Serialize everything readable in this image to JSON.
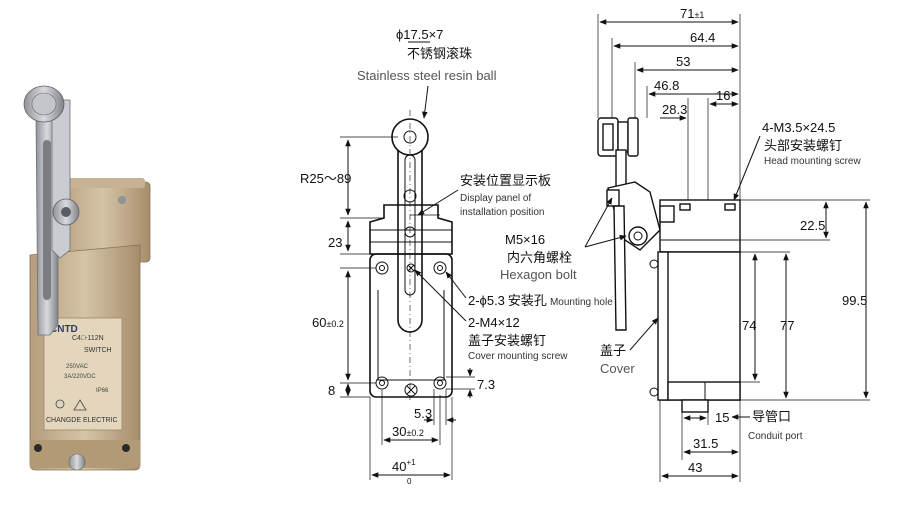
{
  "colors": {
    "ink": "#111111",
    "body_tan": "#cbb79a",
    "metal": "#b9bcc0"
  },
  "photo": {
    "label_brand": "CNTD",
    "label_model": "C4□-112N",
    "label_type": "SWITCH",
    "label_rating1": "250VAC",
    "label_rating2": "3A/220VDC",
    "label_ip": "IP66",
    "label_maker": "CHANGDE ELECTRIC"
  },
  "front": {
    "ball_spec": "ϕ17.5×7",
    "ball_cn": "不锈钢滚珠",
    "ball_en": "Stainless steel resin ball",
    "radius": "R25～89",
    "display_cn": "安装位置显示板",
    "display_en_1": "Display panel of",
    "display_en_2": "installation position",
    "d23": "23",
    "d60": "60",
    "d60_tol": "±0.2",
    "d8": "8",
    "hex_spec": "M5×16",
    "hex_cn": "内六角螺栓",
    "hex_en": "Hexagon bolt",
    "hole_spec": "2-ϕ5.3",
    "hole_cn": "安装孔",
    "hole_en": "Mounting hole",
    "cover_screw_spec": "2-M4×12",
    "cover_screw_cn": "盖子安装螺钉",
    "cover_screw_en": "Cover mounting screw",
    "d7_3": "7.3",
    "d5_3": "5.3",
    "d30": "30",
    "d30_tol": "±0.2",
    "d40": "40",
    "d40_tol_up": "+1",
    "d40_tol_down": "0"
  },
  "side": {
    "d71": "71",
    "d71_tol": "±1",
    "d64_4": "64.4",
    "d53": "53",
    "d46_8": "46.8",
    "d28_3": "28.3",
    "d16": "16",
    "head_screw_spec": "4-M3.5×24.5",
    "head_screw_cn": "头部安装螺钉",
    "head_screw_en": "Head mounting screw",
    "d22_5": "22.5",
    "d99_5": "99.5",
    "d74": "74",
    "d77": "77",
    "cover_cn": "盖子",
    "cover_en": "Cover",
    "d15": "15",
    "conduit_cn": "导管口",
    "conduit_en": "Conduit port",
    "d31_5": "31.5",
    "d43": "43"
  }
}
